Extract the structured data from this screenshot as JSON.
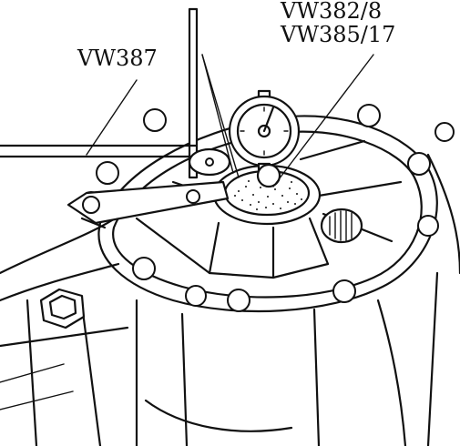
{
  "labels": {
    "tool_top_line1": "VW382/8",
    "tool_top_line2": "VW385/17",
    "tool_left": "VW387"
  },
  "colors": {
    "ink": "#111111",
    "background": "#ffffff"
  }
}
